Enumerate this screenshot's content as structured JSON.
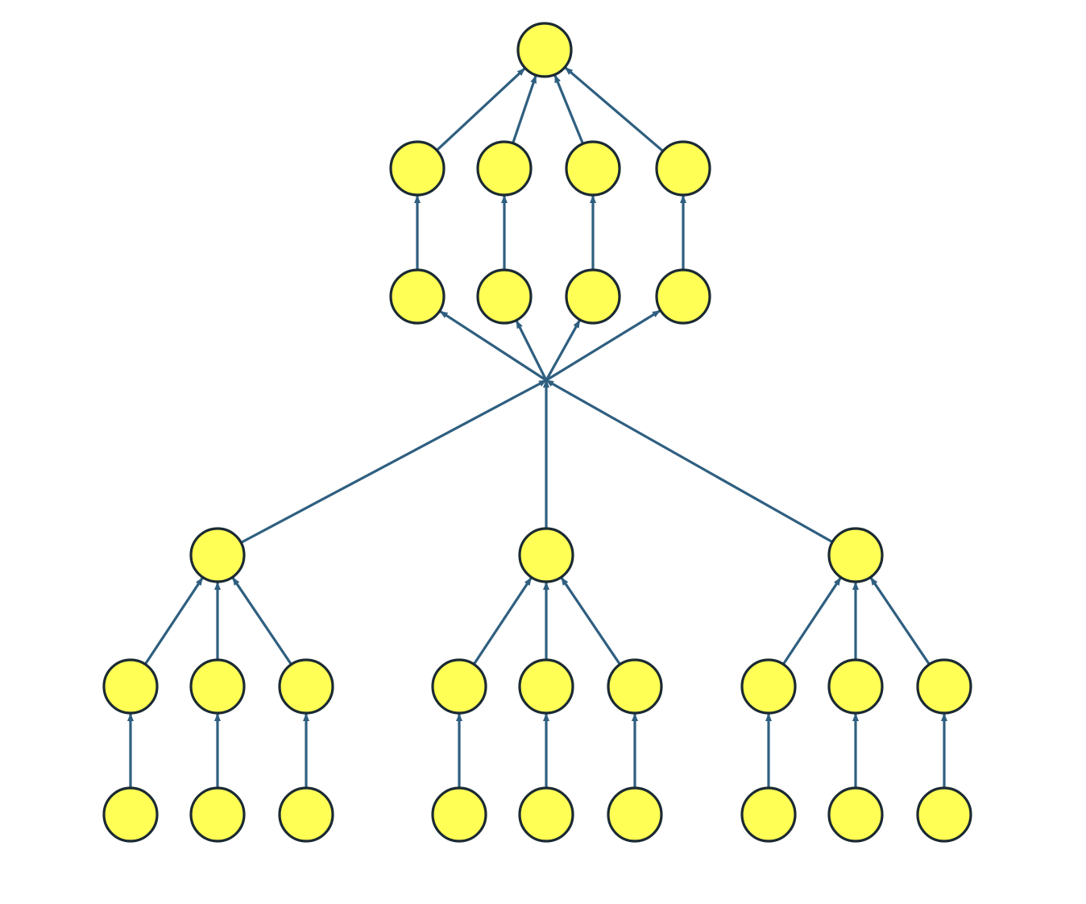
{
  "diagram": {
    "type": "directed-graph",
    "colors": {
      "node_fill": "#ffff55",
      "node_stroke": "#1b2a33",
      "edge": "#2f5f80",
      "background": "#ffffff"
    },
    "nodes": [
      {
        "id": "root"
      },
      {
        "id": "t1"
      },
      {
        "id": "t2"
      },
      {
        "id": "t3"
      },
      {
        "id": "t4"
      },
      {
        "id": "m1"
      },
      {
        "id": "m2"
      },
      {
        "id": "m3"
      },
      {
        "id": "m4"
      },
      {
        "id": "hub",
        "kind": "junction"
      },
      {
        "id": "g1"
      },
      {
        "id": "g2"
      },
      {
        "id": "g3"
      },
      {
        "id": "a1"
      },
      {
        "id": "a2"
      },
      {
        "id": "a3"
      },
      {
        "id": "a4"
      },
      {
        "id": "a5"
      },
      {
        "id": "a6"
      },
      {
        "id": "a7"
      },
      {
        "id": "a8"
      },
      {
        "id": "a9"
      },
      {
        "id": "b1"
      },
      {
        "id": "b2"
      },
      {
        "id": "b3"
      },
      {
        "id": "b4"
      },
      {
        "id": "b5"
      },
      {
        "id": "b6"
      },
      {
        "id": "b7"
      },
      {
        "id": "b8"
      },
      {
        "id": "b9"
      }
    ],
    "edges": [
      {
        "from": "t1",
        "to": "root"
      },
      {
        "from": "t2",
        "to": "root"
      },
      {
        "from": "t3",
        "to": "root"
      },
      {
        "from": "t4",
        "to": "root"
      },
      {
        "from": "m1",
        "to": "t1"
      },
      {
        "from": "m2",
        "to": "t2"
      },
      {
        "from": "m3",
        "to": "t3"
      },
      {
        "from": "m4",
        "to": "t4"
      },
      {
        "from": "hub",
        "to": "m1"
      },
      {
        "from": "hub",
        "to": "m2"
      },
      {
        "from": "hub",
        "to": "m3"
      },
      {
        "from": "hub",
        "to": "m4"
      },
      {
        "from": "g1",
        "to": "hub"
      },
      {
        "from": "g2",
        "to": "hub"
      },
      {
        "from": "g3",
        "to": "hub"
      },
      {
        "from": "a1",
        "to": "g1"
      },
      {
        "from": "a2",
        "to": "g1"
      },
      {
        "from": "a3",
        "to": "g1"
      },
      {
        "from": "a4",
        "to": "g2"
      },
      {
        "from": "a5",
        "to": "g2"
      },
      {
        "from": "a6",
        "to": "g2"
      },
      {
        "from": "a7",
        "to": "g3"
      },
      {
        "from": "a8",
        "to": "g3"
      },
      {
        "from": "a9",
        "to": "g3"
      },
      {
        "from": "b1",
        "to": "a1"
      },
      {
        "from": "b2",
        "to": "a2"
      },
      {
        "from": "b3",
        "to": "a3"
      },
      {
        "from": "b4",
        "to": "a4"
      },
      {
        "from": "b5",
        "to": "a5"
      },
      {
        "from": "b6",
        "to": "a6"
      },
      {
        "from": "b7",
        "to": "a7"
      },
      {
        "from": "b8",
        "to": "a8"
      },
      {
        "from": "b9",
        "to": "a9"
      }
    ]
  }
}
